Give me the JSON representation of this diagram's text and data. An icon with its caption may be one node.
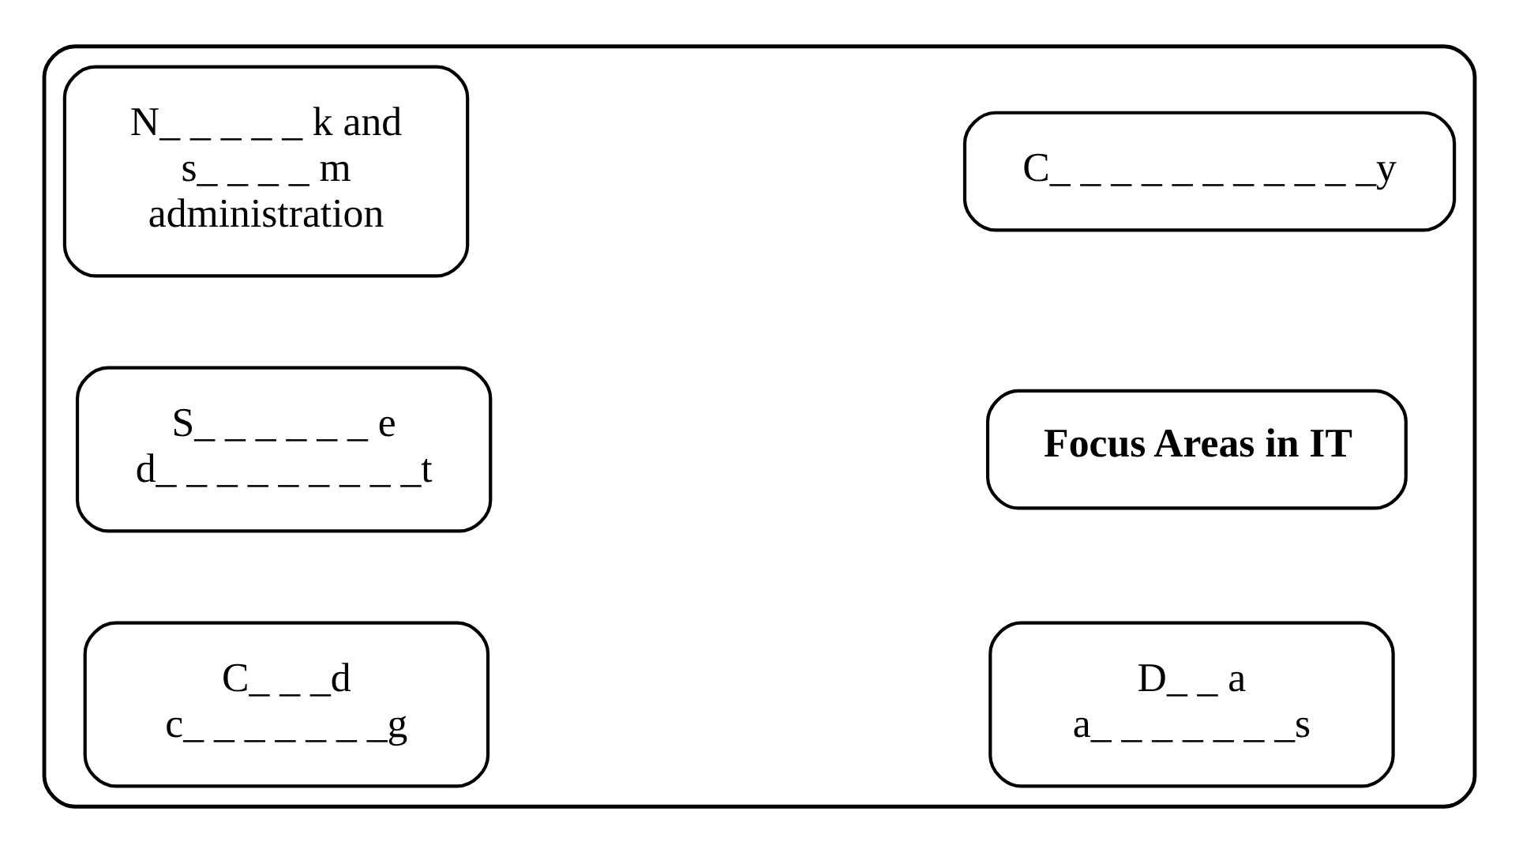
{
  "diagram": {
    "nodes": [
      {
        "text": [],
        "shape": "box"
      },
      {
        "text": [
          "N_ _ _ _ _ k and s_ _ _ _ m administration"
        ],
        "in": 0
      },
      {
        "text": [
          "C_ _ _ _ _ _ _ _ _ _ _y"
        ],
        "in": 0
      },
      {
        "text": [
          "S_ _ _ _ _ _ e d_ _ _ _ _ _ _ _ _t"
        ],
        "in": 0
      },
      {
        "text": [
          "Focus Areas in IT"
        ],
        "in": 0
      },
      {
        "text": [
          "C_ _ _d c_ _ _ _ _ _ _g"
        ],
        "in": 0
      },
      {
        "text": [
          "D_ _ a a_ _ _ _ _ _ _s"
        ],
        "in": 0
      }
    ],
    "edges": []
  }
}
